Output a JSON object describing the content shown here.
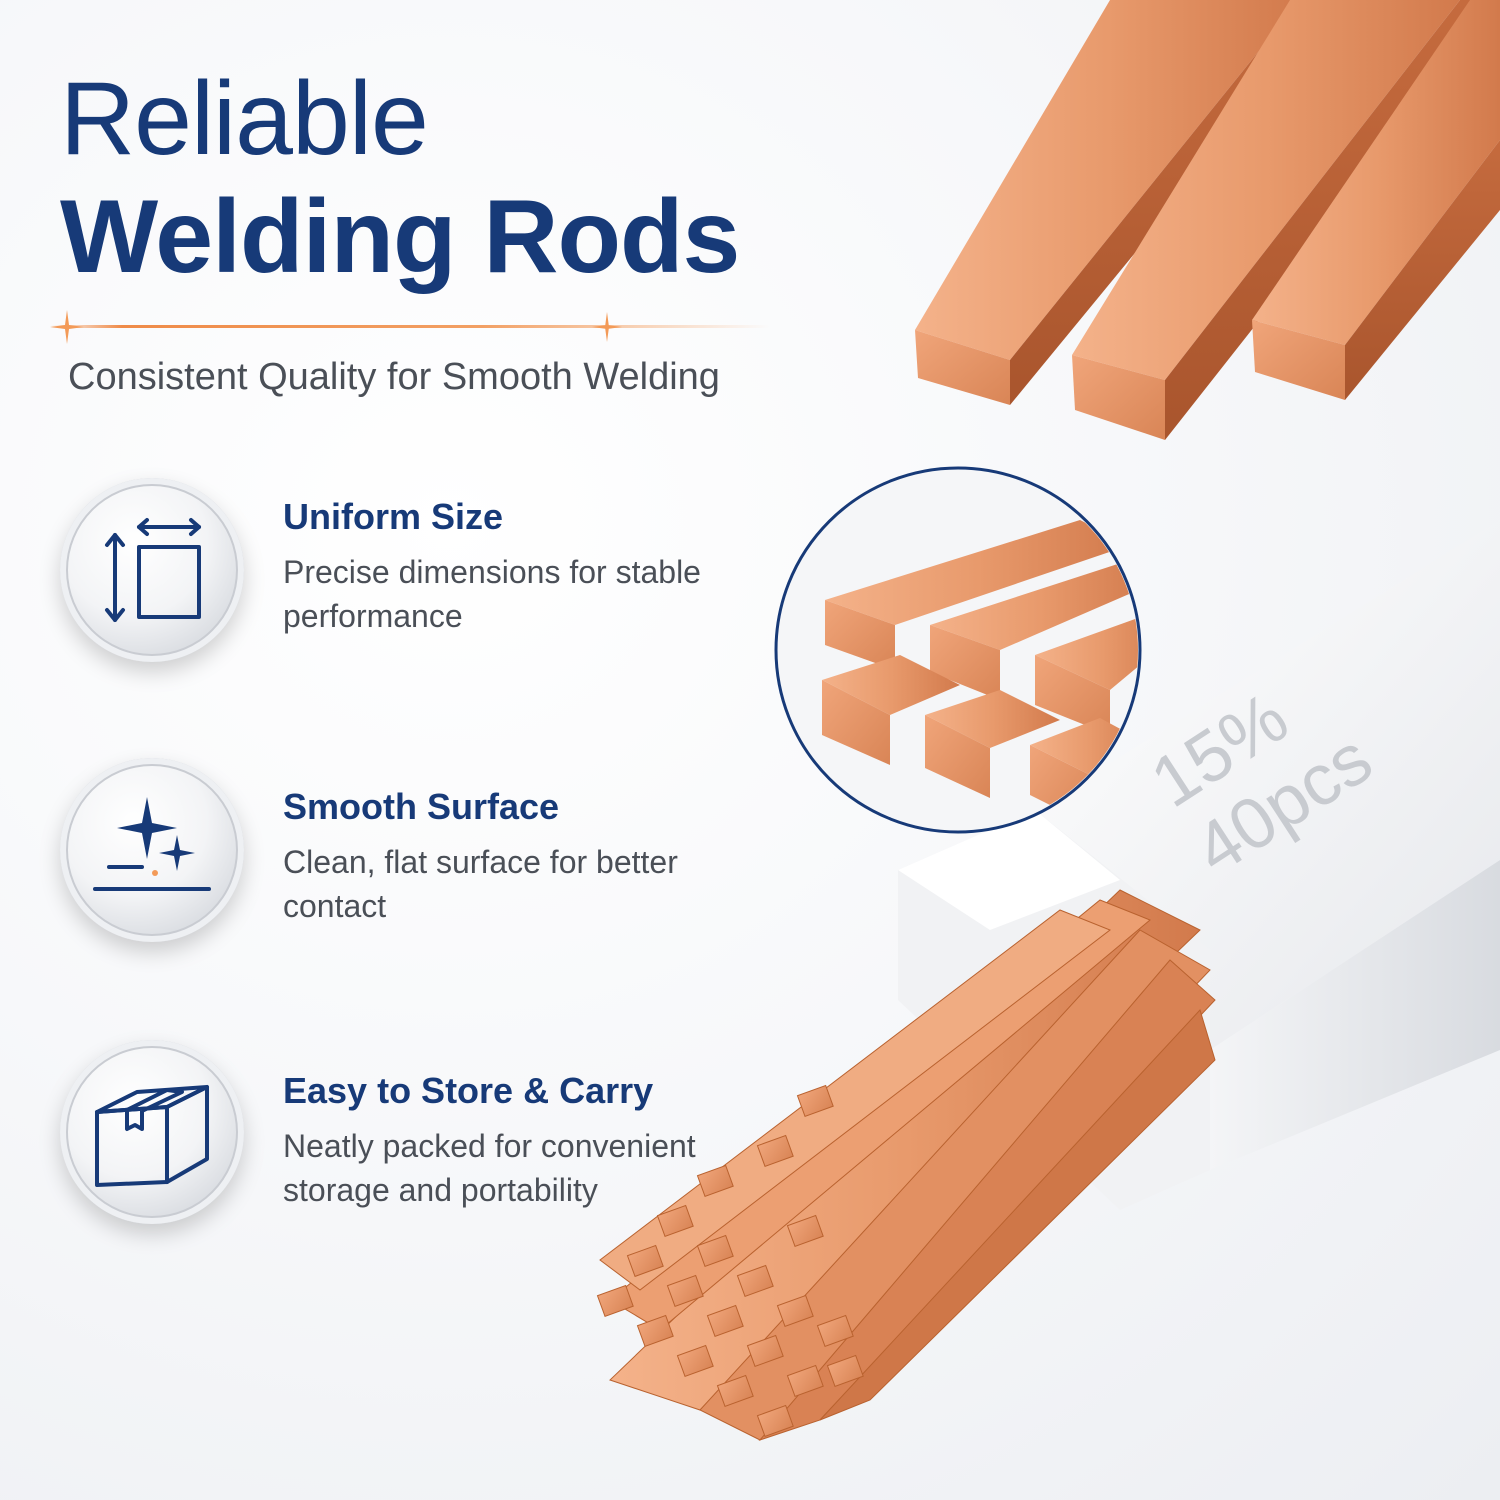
{
  "title": {
    "line1": "Reliable",
    "line2": "Welding Rods"
  },
  "subtitle": "Consistent Quality for Smooth Welding",
  "features": [
    {
      "icon": "dimensions-icon",
      "title": "Uniform Size",
      "description": "Precise dimensions for stable performance"
    },
    {
      "icon": "sparkle-icon",
      "title": "Smooth Surface",
      "description": "Clean, flat surface for better contact"
    },
    {
      "icon": "box-icon",
      "title": "Easy to Store & Carry",
      "description": "Neatly packed for convenient storage and portability"
    }
  ],
  "package": {
    "percent": "15%",
    "count": "40pcs"
  },
  "colors": {
    "brand_navy": "#173a78",
    "copper": "#e0895c",
    "text_gray": "#4a4f57"
  }
}
